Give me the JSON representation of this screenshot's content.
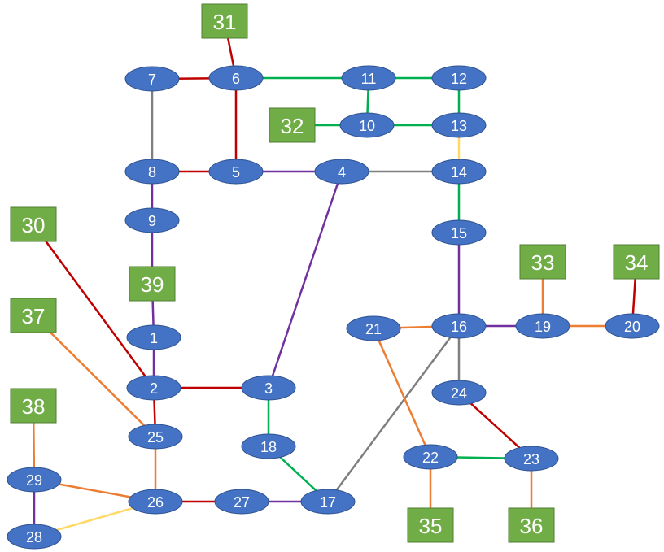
{
  "colors": {
    "bus_fill": "#4472C4",
    "bus_stroke": "#2F528F",
    "generator_fill": "#70AD47",
    "generator_stroke": "#507E32",
    "label": "#FFFFFF",
    "lines": {
      "red": "#C00000",
      "green": "#00B050",
      "gray": "#7F7F7F",
      "purple": "#7030A0",
      "orange": "#ED7D31",
      "yellow": "#FFD966"
    }
  },
  "buses": [
    "1",
    "2",
    "3",
    "4",
    "5",
    "6",
    "7",
    "8",
    "9",
    "10",
    "11",
    "12",
    "13",
    "14",
    "15",
    "16",
    "17",
    "18",
    "19",
    "20",
    "21",
    "22",
    "23",
    "24",
    "25",
    "26",
    "27",
    "28",
    "29"
  ],
  "generators": [
    "30",
    "31",
    "32",
    "33",
    "34",
    "35",
    "36",
    "37",
    "38",
    "39"
  ],
  "edges": [
    {
      "from": "31",
      "to": "6",
      "color": "red"
    },
    {
      "from": "7",
      "to": "6",
      "color": "red"
    },
    {
      "from": "6",
      "to": "11",
      "color": "green"
    },
    {
      "from": "11",
      "to": "12",
      "color": "green"
    },
    {
      "from": "11",
      "to": "10",
      "color": "green"
    },
    {
      "from": "32",
      "to": "10",
      "color": "green"
    },
    {
      "from": "10",
      "to": "13",
      "color": "green"
    },
    {
      "from": "12",
      "to": "13",
      "color": "green"
    },
    {
      "from": "13",
      "to": "14",
      "color": "yellow"
    },
    {
      "from": "7",
      "to": "8",
      "color": "gray"
    },
    {
      "from": "6",
      "to": "5",
      "color": "red"
    },
    {
      "from": "8",
      "to": "5",
      "color": "red"
    },
    {
      "from": "5",
      "to": "4",
      "color": "purple"
    },
    {
      "from": "4",
      "to": "14",
      "color": "gray"
    },
    {
      "from": "14",
      "to": "15",
      "color": "green"
    },
    {
      "from": "8",
      "to": "9",
      "color": "purple"
    },
    {
      "from": "9",
      "to": "39",
      "color": "purple"
    },
    {
      "from": "39",
      "to": "1",
      "color": "purple"
    },
    {
      "from": "1",
      "to": "2",
      "color": "purple"
    },
    {
      "from": "30",
      "to": "2",
      "color": "red"
    },
    {
      "from": "4",
      "to": "3",
      "color": "purple"
    },
    {
      "from": "2",
      "to": "3",
      "color": "red"
    },
    {
      "from": "3",
      "to": "18",
      "color": "green"
    },
    {
      "from": "18",
      "to": "17",
      "color": "green"
    },
    {
      "from": "2",
      "to": "25",
      "color": "red"
    },
    {
      "from": "37",
      "to": "25",
      "color": "orange"
    },
    {
      "from": "25",
      "to": "26",
      "color": "orange"
    },
    {
      "from": "15",
      "to": "16",
      "color": "purple"
    },
    {
      "from": "16",
      "to": "17",
      "color": "gray"
    },
    {
      "from": "21",
      "to": "16",
      "color": "orange"
    },
    {
      "from": "16",
      "to": "19",
      "color": "purple"
    },
    {
      "from": "33",
      "to": "19",
      "color": "orange"
    },
    {
      "from": "19",
      "to": "20",
      "color": "orange"
    },
    {
      "from": "34",
      "to": "20",
      "color": "red"
    },
    {
      "from": "16",
      "to": "24",
      "color": "gray"
    },
    {
      "from": "24",
      "to": "23",
      "color": "red"
    },
    {
      "from": "21",
      "to": "22",
      "color": "orange"
    },
    {
      "from": "22",
      "to": "23",
      "color": "green"
    },
    {
      "from": "22",
      "to": "35",
      "color": "orange"
    },
    {
      "from": "23",
      "to": "36",
      "color": "orange"
    },
    {
      "from": "38",
      "to": "29",
      "color": "orange"
    },
    {
      "from": "29",
      "to": "26",
      "color": "orange"
    },
    {
      "from": "29",
      "to": "28",
      "color": "purple"
    },
    {
      "from": "28",
      "to": "26",
      "color": "yellow"
    },
    {
      "from": "26",
      "to": "27",
      "color": "red"
    },
    {
      "from": "27",
      "to": "17",
      "color": "purple"
    }
  ]
}
